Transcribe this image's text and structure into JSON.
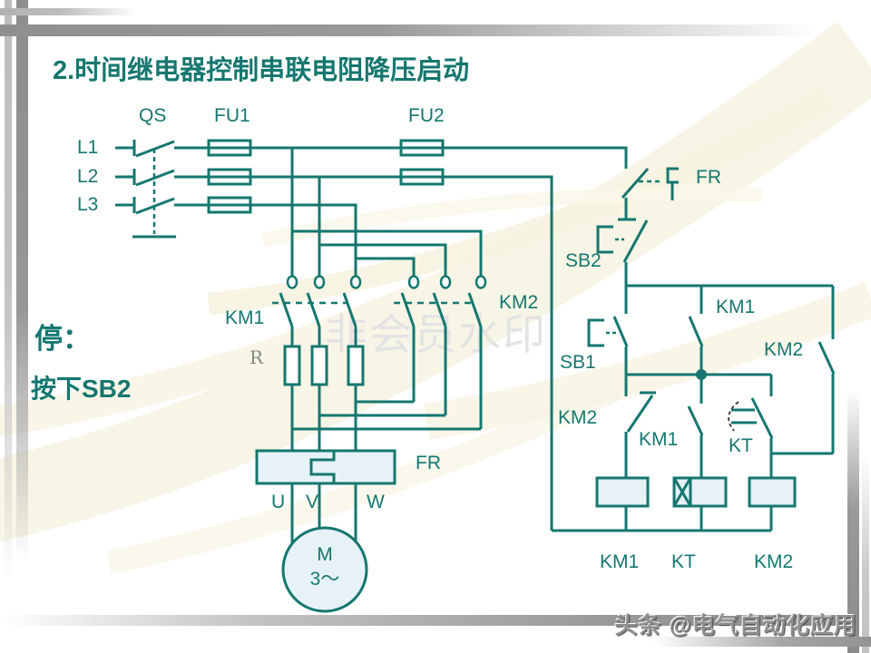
{
  "title": "2.时间继电器控制串联电阻降压启动",
  "side_note": {
    "line1": "停：",
    "line2": "按下SB2"
  },
  "power_circuit": {
    "phase_labels": {
      "l1": "L1",
      "l2": "L2",
      "l3": "L3"
    },
    "switch": "QS",
    "fuse1": "FU1",
    "fuse2": "FU2",
    "contactor1": "KM1",
    "resistor": "R",
    "contactor2": "KM2",
    "thermal_relay": "FR",
    "motor_terminals": {
      "u": "U",
      "v": "V",
      "w": "W"
    },
    "motor": {
      "letter": "M",
      "phases": "3～"
    }
  },
  "control_circuit": {
    "thermal_contact": "FR",
    "stop_button": "SB2",
    "start_button": "SB1",
    "km1_aux_contact": "KM1",
    "km2_holding_contact": "KM2",
    "km2_nc_contact": "KM2",
    "km1_no_contact": "KM1",
    "kt_delay_contact": "KT",
    "coils": {
      "km1": "KM1",
      "kt": "KT",
      "km2": "KM2"
    }
  },
  "watermarks": {
    "center": "非会员水印",
    "bottom": "头条 @电气自动化应用"
  },
  "colors": {
    "accent_teal": "#15776f",
    "coil_fill": "#e6f2f8",
    "watermark_gray": "#e3e3e3",
    "frame_gray": "#8f8f8f",
    "swirl_cream": "#f6f3e0"
  }
}
